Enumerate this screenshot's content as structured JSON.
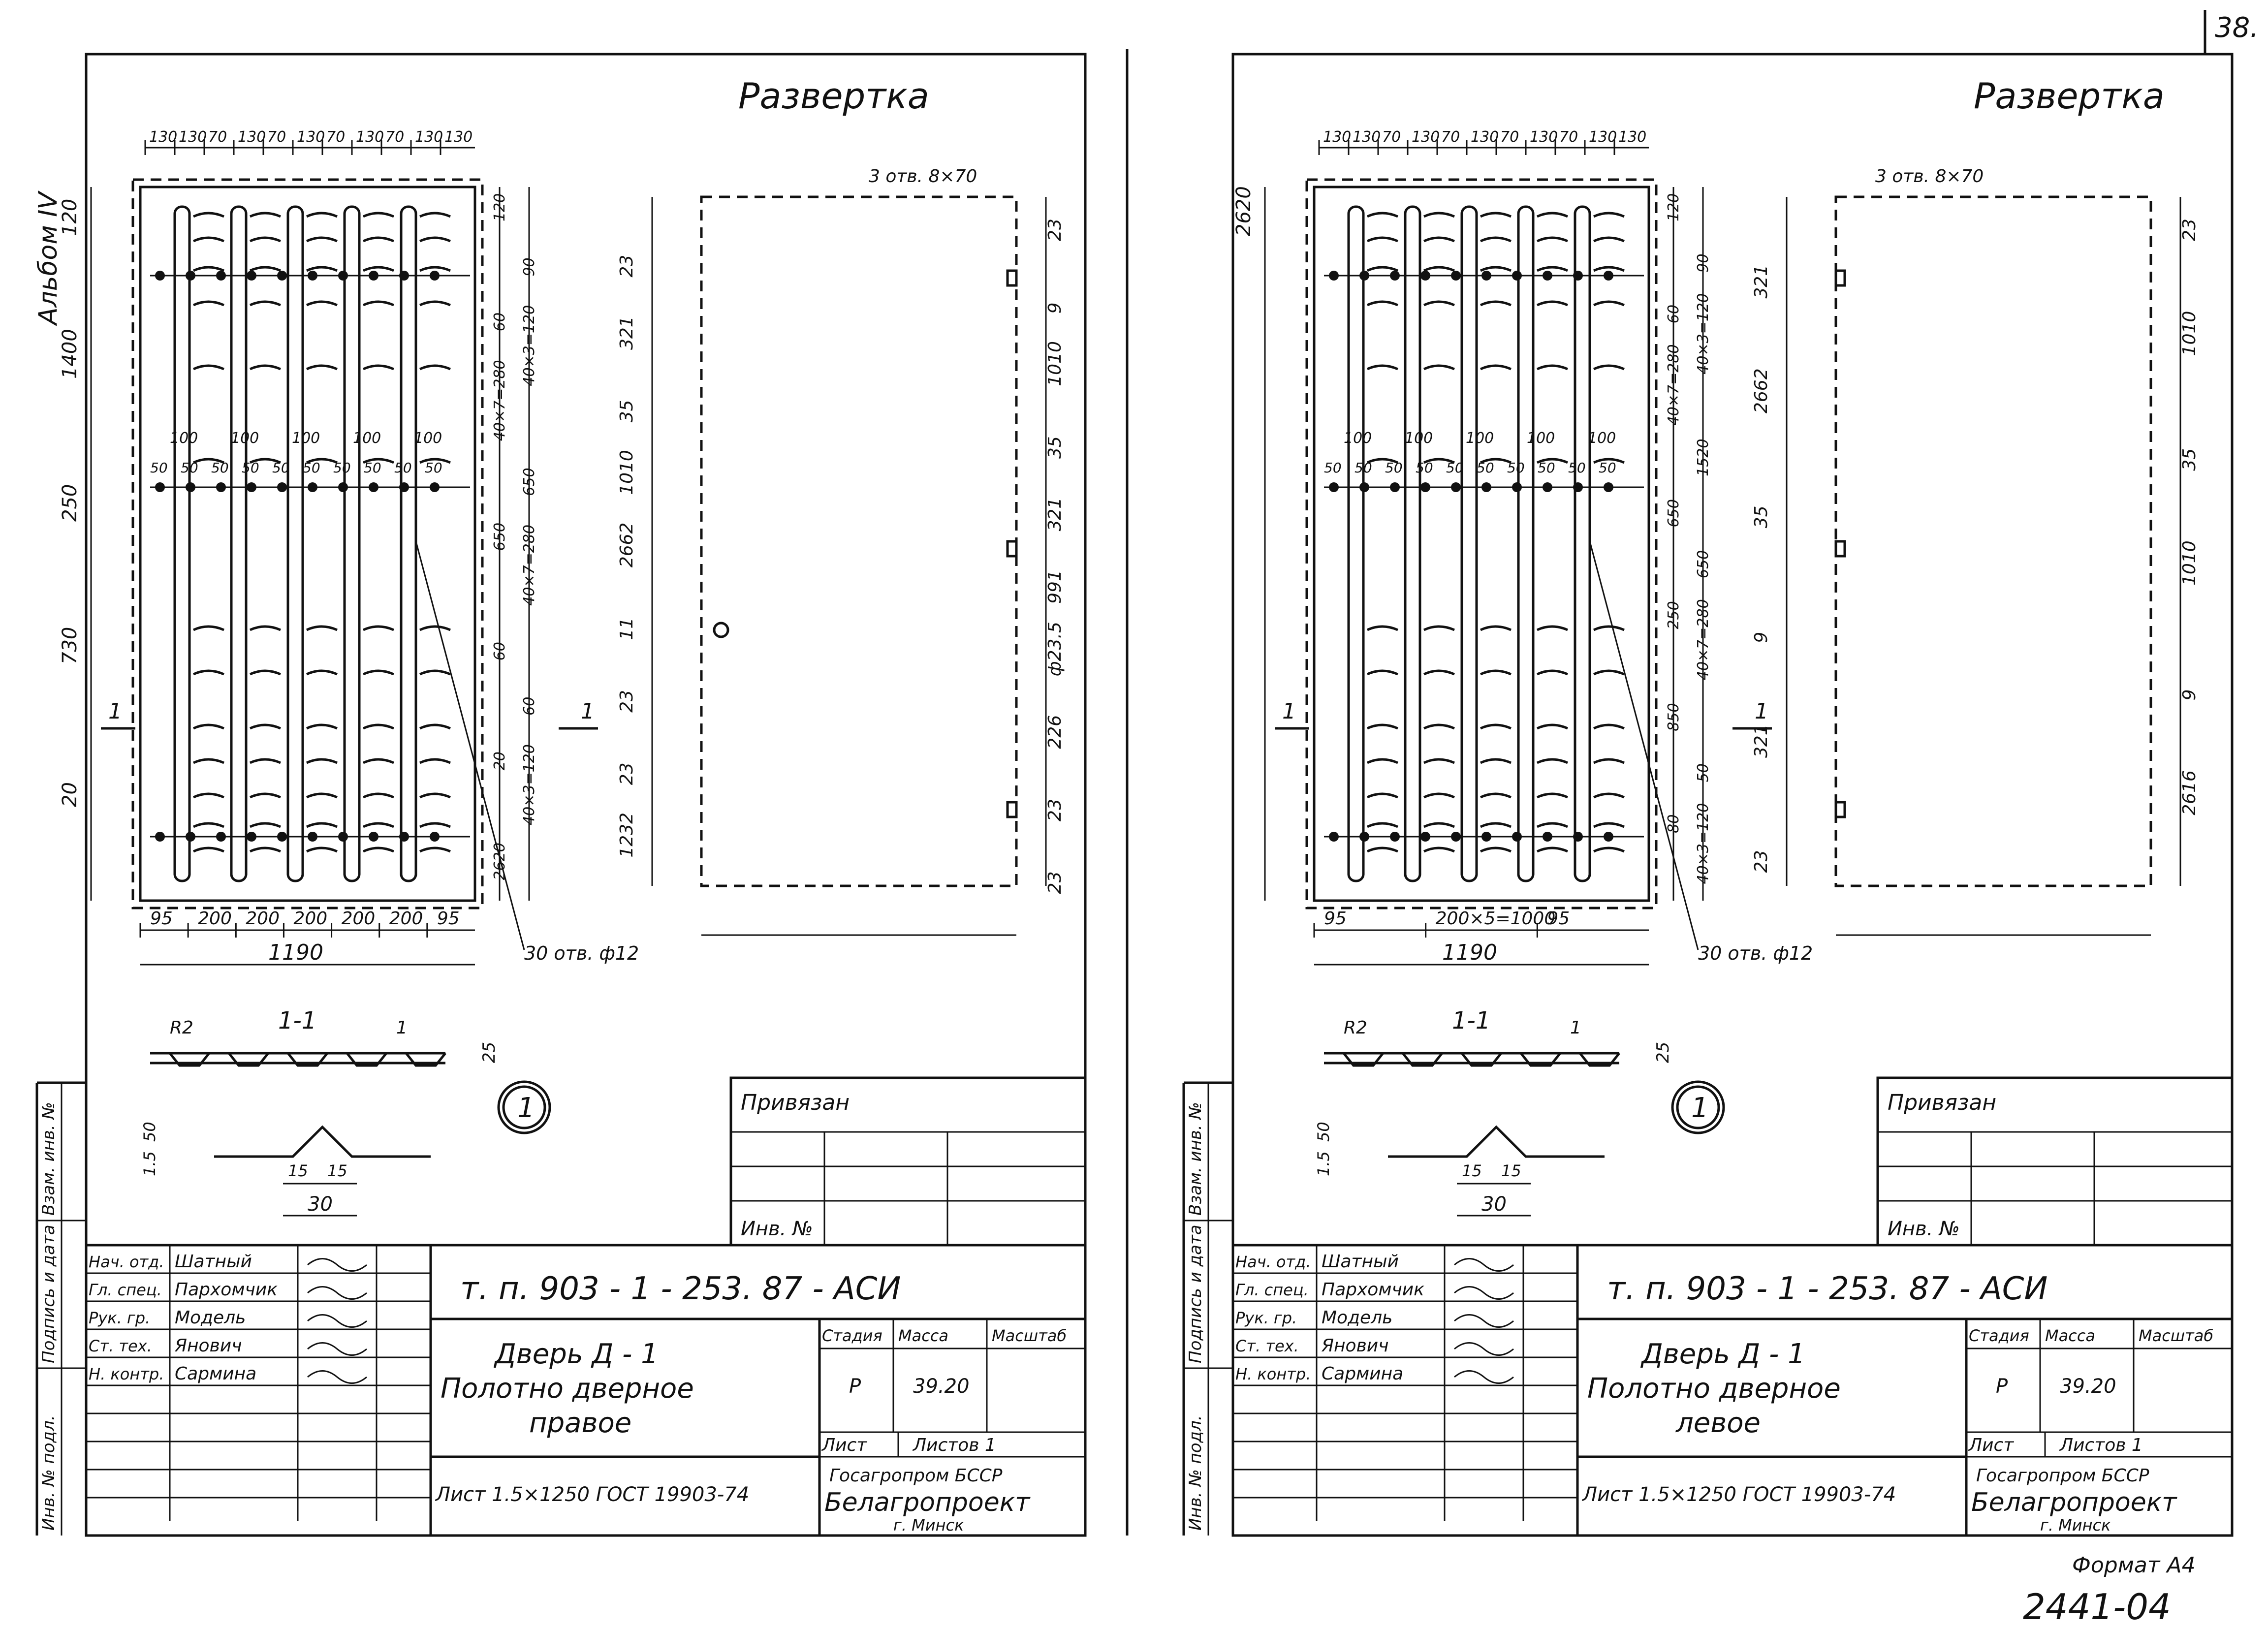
{
  "sheet_number": "38.",
  "album_label": "Альбом IV",
  "format_label": "Формат А4",
  "archive_number": "2441-04",
  "side_labels": [
    "Взам. инв. №",
    "Подпись и дата",
    "Инв. № подл."
  ],
  "drawings": [
    {
      "id": "right",
      "razvertka": "Развертка",
      "top_dims": [
        "130",
        "130",
        "70",
        "130",
        "70",
        "130",
        "70",
        "130",
        "70",
        "130",
        "130"
      ],
      "holes_note_top": "3 отв. 8×70",
      "holes_note_bottom": "30 отв. ф12",
      "mid_dims": [
        "50",
        "50",
        "50",
        "50",
        "50",
        "50",
        "50",
        "50",
        "50",
        "50"
      ],
      "mid_dims_top": [
        "100",
        "100",
        "100",
        "100",
        "100"
      ],
      "left_dims": [
        "120",
        "1400",
        "250",
        "730",
        "20"
      ],
      "right_dims": [
        "120",
        "90",
        "60",
        "40×3=120",
        "40×7=280",
        "650",
        "650",
        "40×7=280",
        "60",
        "60",
        "20",
        "40×3=120",
        "2620"
      ],
      "bottom_dims": [
        "95",
        "200",
        "200",
        "200",
        "200",
        "200",
        "95"
      ],
      "total_width": "1190",
      "section_mark": "1",
      "section_label": "1-1",
      "section_radius": "R2",
      "section_pos": "1",
      "section_thickness": "25",
      "detail_mark": "1",
      "detail_dims": [
        "1.5",
        "50",
        "15",
        "15",
        "30"
      ],
      "dev_dims": [
        "23",
        "23",
        "9",
        "321",
        "1010",
        "35",
        "35",
        "1010",
        "321",
        "2662",
        "991",
        "11",
        "ф23.5",
        "23",
        "226",
        "23",
        "23",
        "1232",
        "23"
      ],
      "privyazan": "Привязан",
      "inv_no": "Инв. №",
      "title_rows": [
        {
          "role": "Нач. отд.",
          "name": "Шатный"
        },
        {
          "role": "Гл. спец.",
          "name": "Пархомчик"
        },
        {
          "role": "Рук. гр.",
          "name": "Модель"
        },
        {
          "role": "Ст. тех.",
          "name": "Янович"
        },
        {
          "role": "Н. контр.",
          "name": "Сармина"
        }
      ],
      "project_code": "т. п.   903 - 1 - 253. 87     - АСИ",
      "name_line1": "Дверь  Д - 1",
      "name_line2": "Полотно  дверное",
      "name_line3": "правое",
      "stage_label": "Стадия",
      "mass_label": "Масса",
      "scale_label": "Масштаб",
      "stage_value": "Р",
      "mass_value": "39.20",
      "sheet_label": "Лист",
      "sheets_label": "Листов 1",
      "material": "Лист 1.5×1250 ГОСТ 19903-74",
      "org1": "Госагропром БССР",
      "org2": "Белагропроект",
      "org3": "г. Минск"
    },
    {
      "id": "left",
      "razvertka": "Развертка",
      "top_dims": [
        "130",
        "130",
        "70",
        "130",
        "70",
        "130",
        "70",
        "130",
        "70",
        "130",
        "130"
      ],
      "holes_note_top": "3 отв. 8×70",
      "holes_note_bottom": "30 отв. ф12",
      "mid_dims": [
        "50",
        "50",
        "50",
        "50",
        "50",
        "50",
        "50",
        "50",
        "50",
        "50"
      ],
      "mid_dims_top": [
        "100",
        "100",
        "100",
        "100",
        "100"
      ],
      "left_dims": [
        "2620"
      ],
      "right_dims": [
        "120",
        "90",
        "60",
        "40×3=120",
        "40×7=280",
        "1520",
        "650",
        "650",
        "250",
        "40×7=280",
        "850",
        "50",
        "80",
        "40×3=120"
      ],
      "bottom_dims": [
        "95",
        "200×5=1000",
        "95"
      ],
      "total_width": "1190",
      "section_mark": "1",
      "section_label": "1-1",
      "section_radius": "R2",
      "section_pos": "1",
      "section_thickness": "25",
      "detail_mark": "1",
      "detail_dims": [
        "1.5",
        "50",
        "15",
        "15",
        "30"
      ],
      "dev_dims": [
        "23",
        "321",
        "1010",
        "2662",
        "35",
        "35",
        "1010",
        "9",
        "9",
        "321",
        "2616",
        "23"
      ],
      "privyazan": "Привязан",
      "inv_no": "Инв. №",
      "title_rows": [
        {
          "role": "Нач. отд.",
          "name": "Шатный"
        },
        {
          "role": "Гл. спец.",
          "name": "Пархомчик"
        },
        {
          "role": "Рук. гр.",
          "name": "Модель"
        },
        {
          "role": "Ст. тех.",
          "name": "Янович"
        },
        {
          "role": "Н. контр.",
          "name": "Сармина"
        }
      ],
      "project_code": "т. п.   903 - 1 - 253. 87     - АСИ",
      "name_line1": "Дверь  Д - 1",
      "name_line2": "Полотно  дверное",
      "name_line3": "левое",
      "stage_label": "Стадия",
      "mass_label": "Масса",
      "scale_label": "Масштаб",
      "stage_value": "Р",
      "mass_value": "39.20",
      "sheet_label": "Лист",
      "sheets_label": "Листов 1",
      "material": "Лист 1.5×1250 ГОСТ 19903-74",
      "org1": "Госагропром БССР",
      "org2": "Белагропроект",
      "org3": "г. Минск"
    }
  ]
}
